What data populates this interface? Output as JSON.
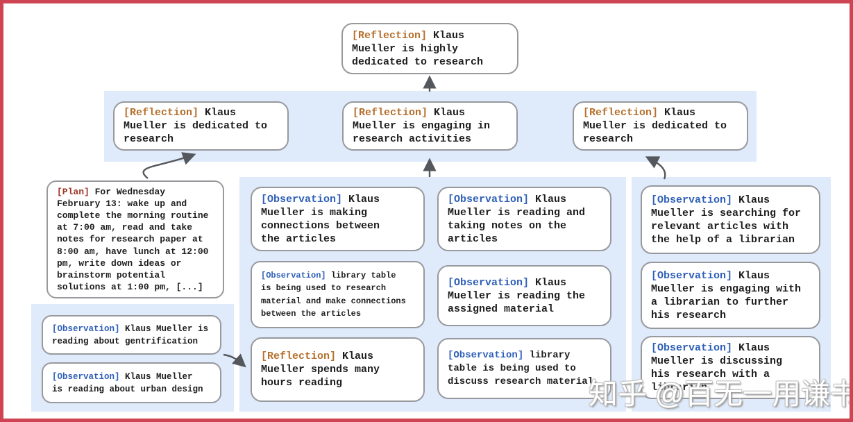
{
  "watermark": "知乎 @百无一用谦书生",
  "colors": {
    "frame_border": "#cf4452",
    "band_background": "#dfeafa",
    "node_border": "#97999d",
    "reflection_tag": "#b5702d",
    "observation_tag": "#2e5fb7",
    "plan_tag": "#9c3626",
    "body_text": "#1e1e1e",
    "arrow": "#54585c"
  },
  "boxes": {
    "root": {
      "tag": "[Reflection]",
      "text": "Klaus\nMueller is highly\ndedicated to research"
    },
    "r2_left": {
      "tag": "[Reflection]",
      "text": "Klaus\nMueller is dedicated to\nresearch"
    },
    "r2_mid": {
      "tag": "[Reflection]",
      "text": "Klaus\nMueller is engaging in\nresearch activities"
    },
    "r2_right": {
      "tag": "[Reflection]",
      "text": "Klaus\nMueller is dedicated to\nresearch"
    },
    "plan": {
      "tag": "[Plan]",
      "text": "For Wednesday\nFebruary 13: wake up and\ncomplete the morning routine\nat 7:00 am, read and take\nnotes for research paper at\n8:00 am, have lunch at 12:00\npm, write down ideas or\nbrainstorm potential\nsolutions at 1:00 pm, [...]"
    },
    "obs_gentrification": {
      "tag": "[Observation]",
      "text": "Klaus Mueller is\nreading about gentrification"
    },
    "obs_urban_design": {
      "tag": "[Observation]",
      "text": "Klaus Mueller\nis reading about urban design"
    },
    "obs_connections": {
      "tag": "[Observation]",
      "text": "Klaus\nMueller is making\nconnections between\nthe articles"
    },
    "obs_library_research": {
      "tag": "[Observation]",
      "text": "library table\nis being used to research\nmaterial and make connections\nbetween the articles"
    },
    "refl_hours_reading": {
      "tag": "[Reflection]",
      "text": "Klaus\nMueller spends many\nhours reading"
    },
    "obs_taking_notes": {
      "tag": "[Observation]",
      "text": "Klaus\nMueller is reading and\ntaking notes on the\narticles"
    },
    "obs_assigned_material": {
      "tag": "[Observation]",
      "text": "Klaus\nMueller is reading the\nassigned material"
    },
    "obs_library_discuss": {
      "tag": "[Observation]",
      "text": "library\ntable is being used to\ndiscuss research material"
    },
    "obs_searching_articles": {
      "tag": "[Observation]",
      "text": "Klaus\nMueller is searching for\nrelevant articles with\nthe help of a librarian"
    },
    "obs_engaging_librarian": {
      "tag": "[Observation]",
      "text": "Klaus\nMueller is engaging with\na librarian to further\nhis research"
    },
    "obs_discussing_research": {
      "tag": "[Observation]",
      "text": "Klaus\nMueller is discussing\nhis research with a\nlibrarian"
    }
  }
}
